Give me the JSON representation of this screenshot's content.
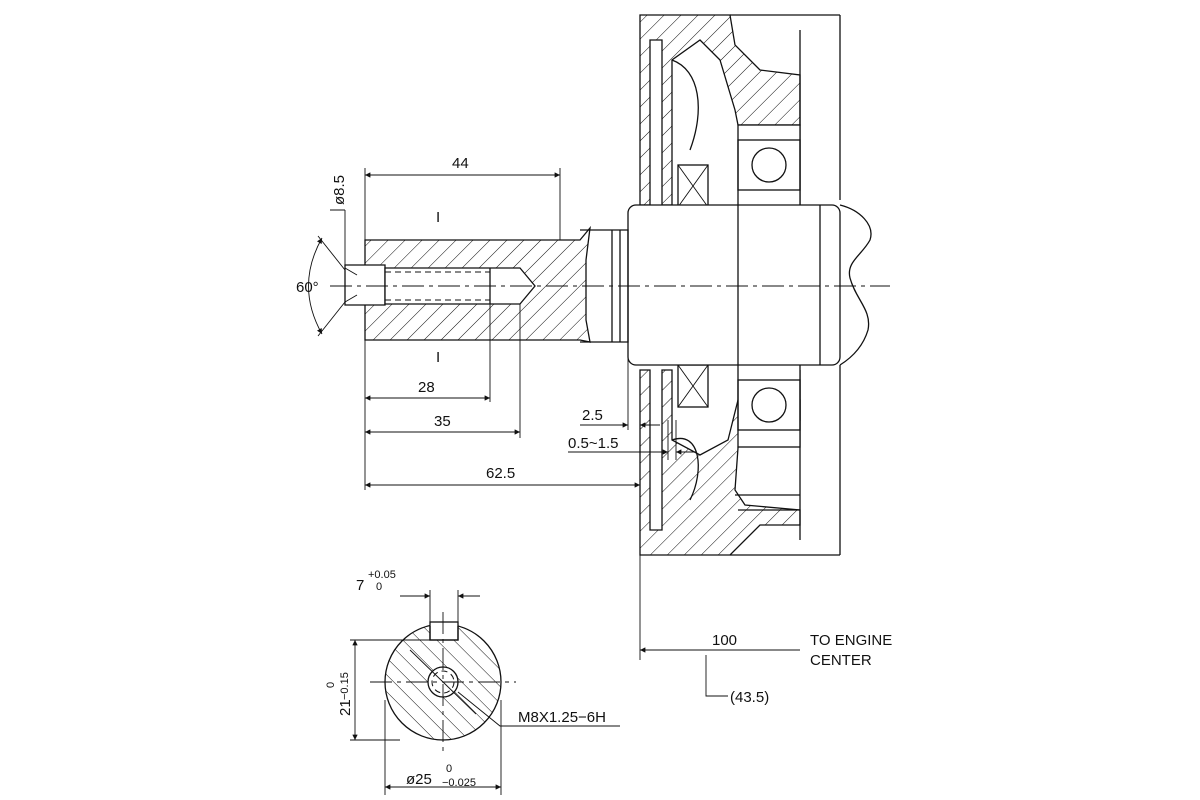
{
  "dimensions": {
    "d44": "44",
    "d8_5": "ø8.5",
    "angle60": "60°",
    "d28": "28",
    "d35": "35",
    "d2_5": "2.5",
    "d05_15": "0.5~1.5",
    "d62_5": "62.5",
    "d100": "100",
    "to_engine": "TO ENGINE",
    "center": "CENTER",
    "d43_5": "(43.5)",
    "key_main": "7",
    "key_upper": "+0.05",
    "key_lower": "0",
    "h21_main": "21",
    "h21_upper": "0",
    "h21_lower": "−0.15",
    "dia25_main": "ø25",
    "dia25_upper": "0",
    "dia25_lower": "−0.025",
    "thread": "M8X1.25−6H",
    "section_mark_top": "I",
    "section_mark_bottom": "I"
  }
}
